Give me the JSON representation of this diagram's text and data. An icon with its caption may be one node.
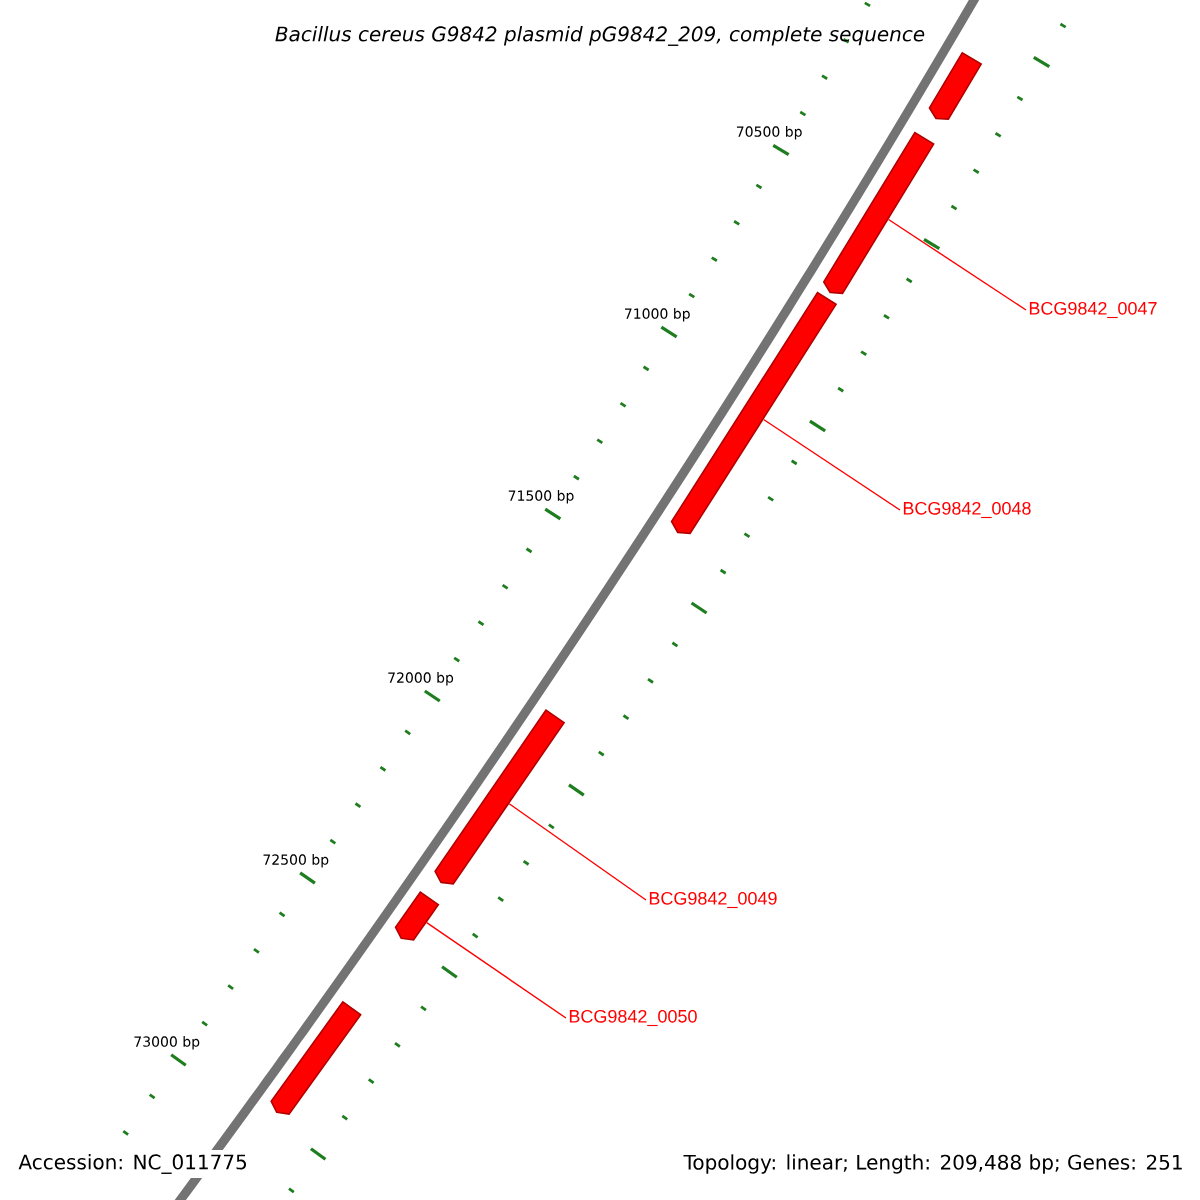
{
  "diagram": {
    "title": "*Bacillus cereus* G9842 plasmid pG9842_209, complete sequence",
    "nodes": [
      {
        "text": [],
        "shape": "bar"
      },
      {
        "text": [],
        "shape": "bar"
      },
      {
        "text": [],
        "shape": "bar"
      },
      {
        "text": [],
        "shape": "bar"
      },
      {
        "text": [],
        "shape": "bar"
      },
      {
        "text": [],
        "shape": "bar"
      },
      {
        "text": [
          "BCG9842_0047"
        ]
      },
      {
        "text": [
          "BCG9842_0048"
        ]
      },
      {
        "text": [
          "BCG9842_0049"
        ]
      },
      {
        "text": [
          "BCG9842_0050"
        ]
      }
    ],
    "edges": [
      {
        "from": 6,
        "to": 1,
        "arrow": "none"
      },
      {
        "from": 7,
        "to": 2,
        "arrow": "none"
      },
      {
        "from": 8,
        "to": 3,
        "arrow": "none"
      },
      {
        "from": 9,
        "to": 4,
        "arrow": "none"
      }
    ],
    "labels": [
      "70500 bp",
      "71000 bp",
      "71500 bp",
      "72000 bp",
      "72500 bp",
      "73000 bp",
      "Accession: NC_011775",
      "Topology: linear; Length: 209,488 bp; Genes: 251"
    ]
  }
}
